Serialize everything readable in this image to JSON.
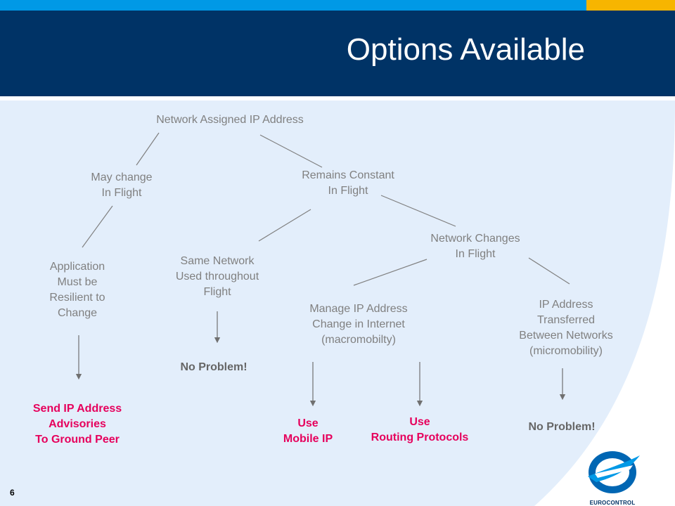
{
  "slide": {
    "title": "Options Available",
    "page_number": "6",
    "logo_text": "EUROCONTROL"
  },
  "colors": {
    "header_bg": "#003366",
    "top_bar_blue": "#0099e6",
    "top_bar_yellow": "#f7b500",
    "content_bg": "#e3eefb",
    "node_text": "#808080",
    "action_text": "#e6005c",
    "connector": "#808080"
  },
  "diagram": {
    "root": "Network Assigned IP Address",
    "may_change": "May change\nIn Flight",
    "remains_constant": "Remains Constant\nIn Flight",
    "app_resilient": "Application\nMust be\nResilient to\nChange",
    "same_network": "Same Network\nUsed throughout\nFlight",
    "network_changes": "Network Changes\nIn Flight",
    "manage_ip": "Manage IP Address\nChange in Internet\n(macromobilty)",
    "ip_transferred": "IP Address\nTransferred\nBetween Networks\n(micromobility)",
    "no_problem_1": "No Problem!",
    "no_problem_2": "No Problem!",
    "send_advisories": "Send IP Address\nAdvisories\nTo Ground Peer",
    "use_mobile_ip": "Use\nMobile IP",
    "use_routing": "Use\nRouting Protocols"
  }
}
